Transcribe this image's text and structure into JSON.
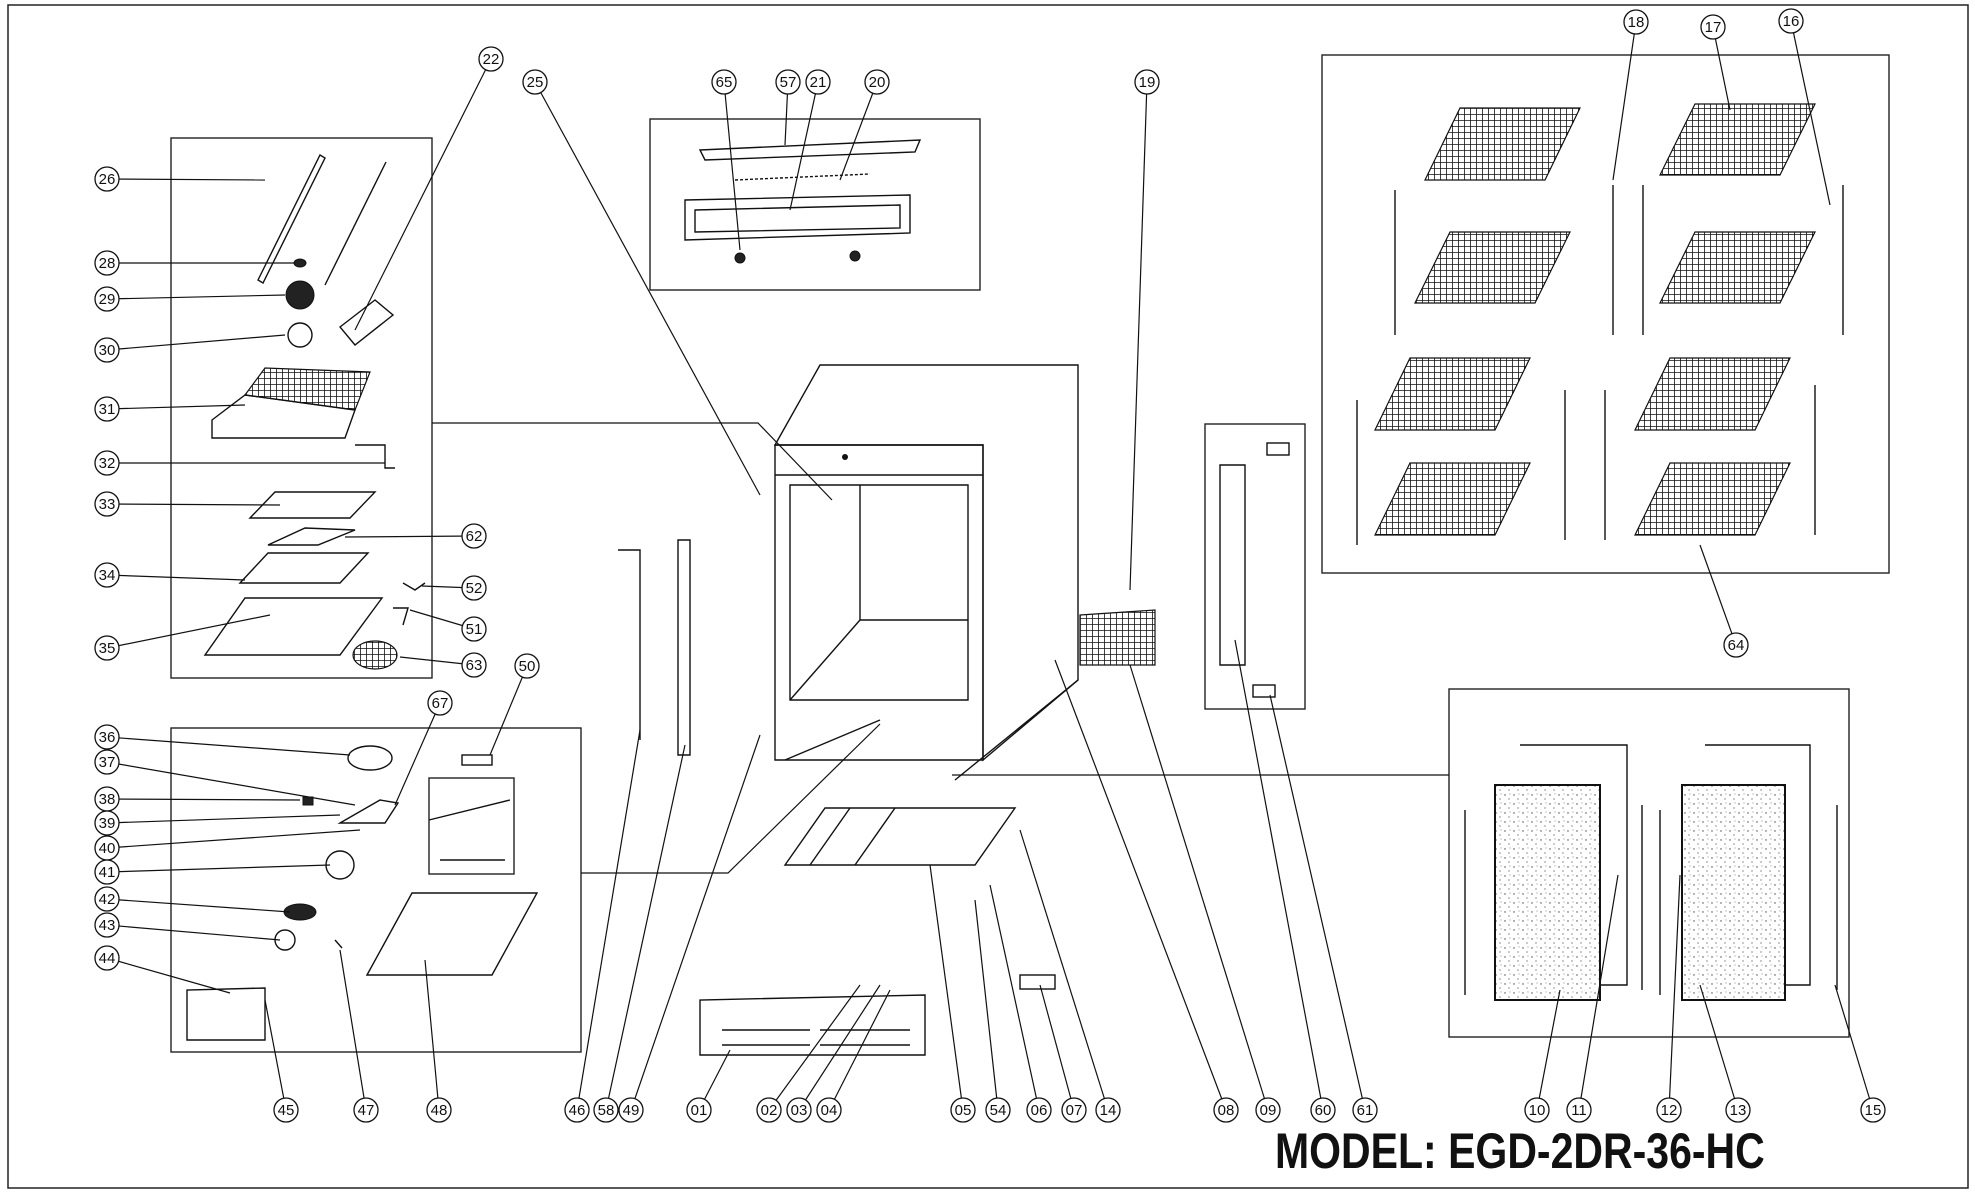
{
  "model": "MODEL: EGD-2DR-36-HC",
  "callouts": [
    "01",
    "02",
    "03",
    "04",
    "05",
    "06",
    "07",
    "08",
    "09",
    "10",
    "11",
    "12",
    "13",
    "14",
    "15",
    "16",
    "17",
    "18",
    "19",
    "20",
    "21",
    "22",
    "25",
    "26",
    "28",
    "29",
    "30",
    "31",
    "32",
    "33",
    "34",
    "35",
    "36",
    "37",
    "38",
    "39",
    "40",
    "41",
    "42",
    "43",
    "44",
    "45",
    "46",
    "47",
    "48",
    "49",
    "50",
    "51",
    "52",
    "54",
    "57",
    "58",
    "60",
    "61",
    "62",
    "63",
    "64",
    "65",
    "67"
  ]
}
